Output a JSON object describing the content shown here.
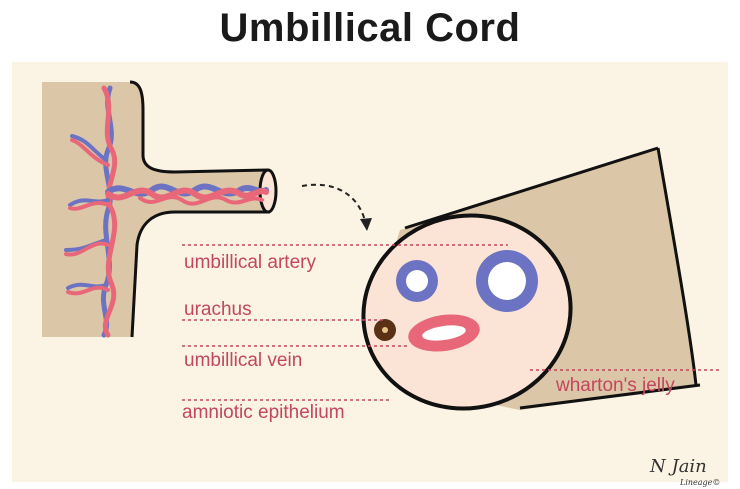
{
  "title": "Umbillical Cord",
  "labels": {
    "artery": "umbillical artery",
    "urachus": "urachus",
    "vein": "umbillical vein",
    "epithelium": "amniotic epithelium",
    "jelly": "wharton's jelly"
  },
  "signature": {
    "name": "N Jain",
    "sub": "Lineage©"
  },
  "colors": {
    "background": "#fbf3e4",
    "tissue": "#dcc6a8",
    "cross_section": "#fbe4d6",
    "artery_ring": "#6c73c2",
    "vein": "#e8687a",
    "urachus": "#5a3114",
    "label_text": "#c2475e",
    "outline": "#111111"
  }
}
